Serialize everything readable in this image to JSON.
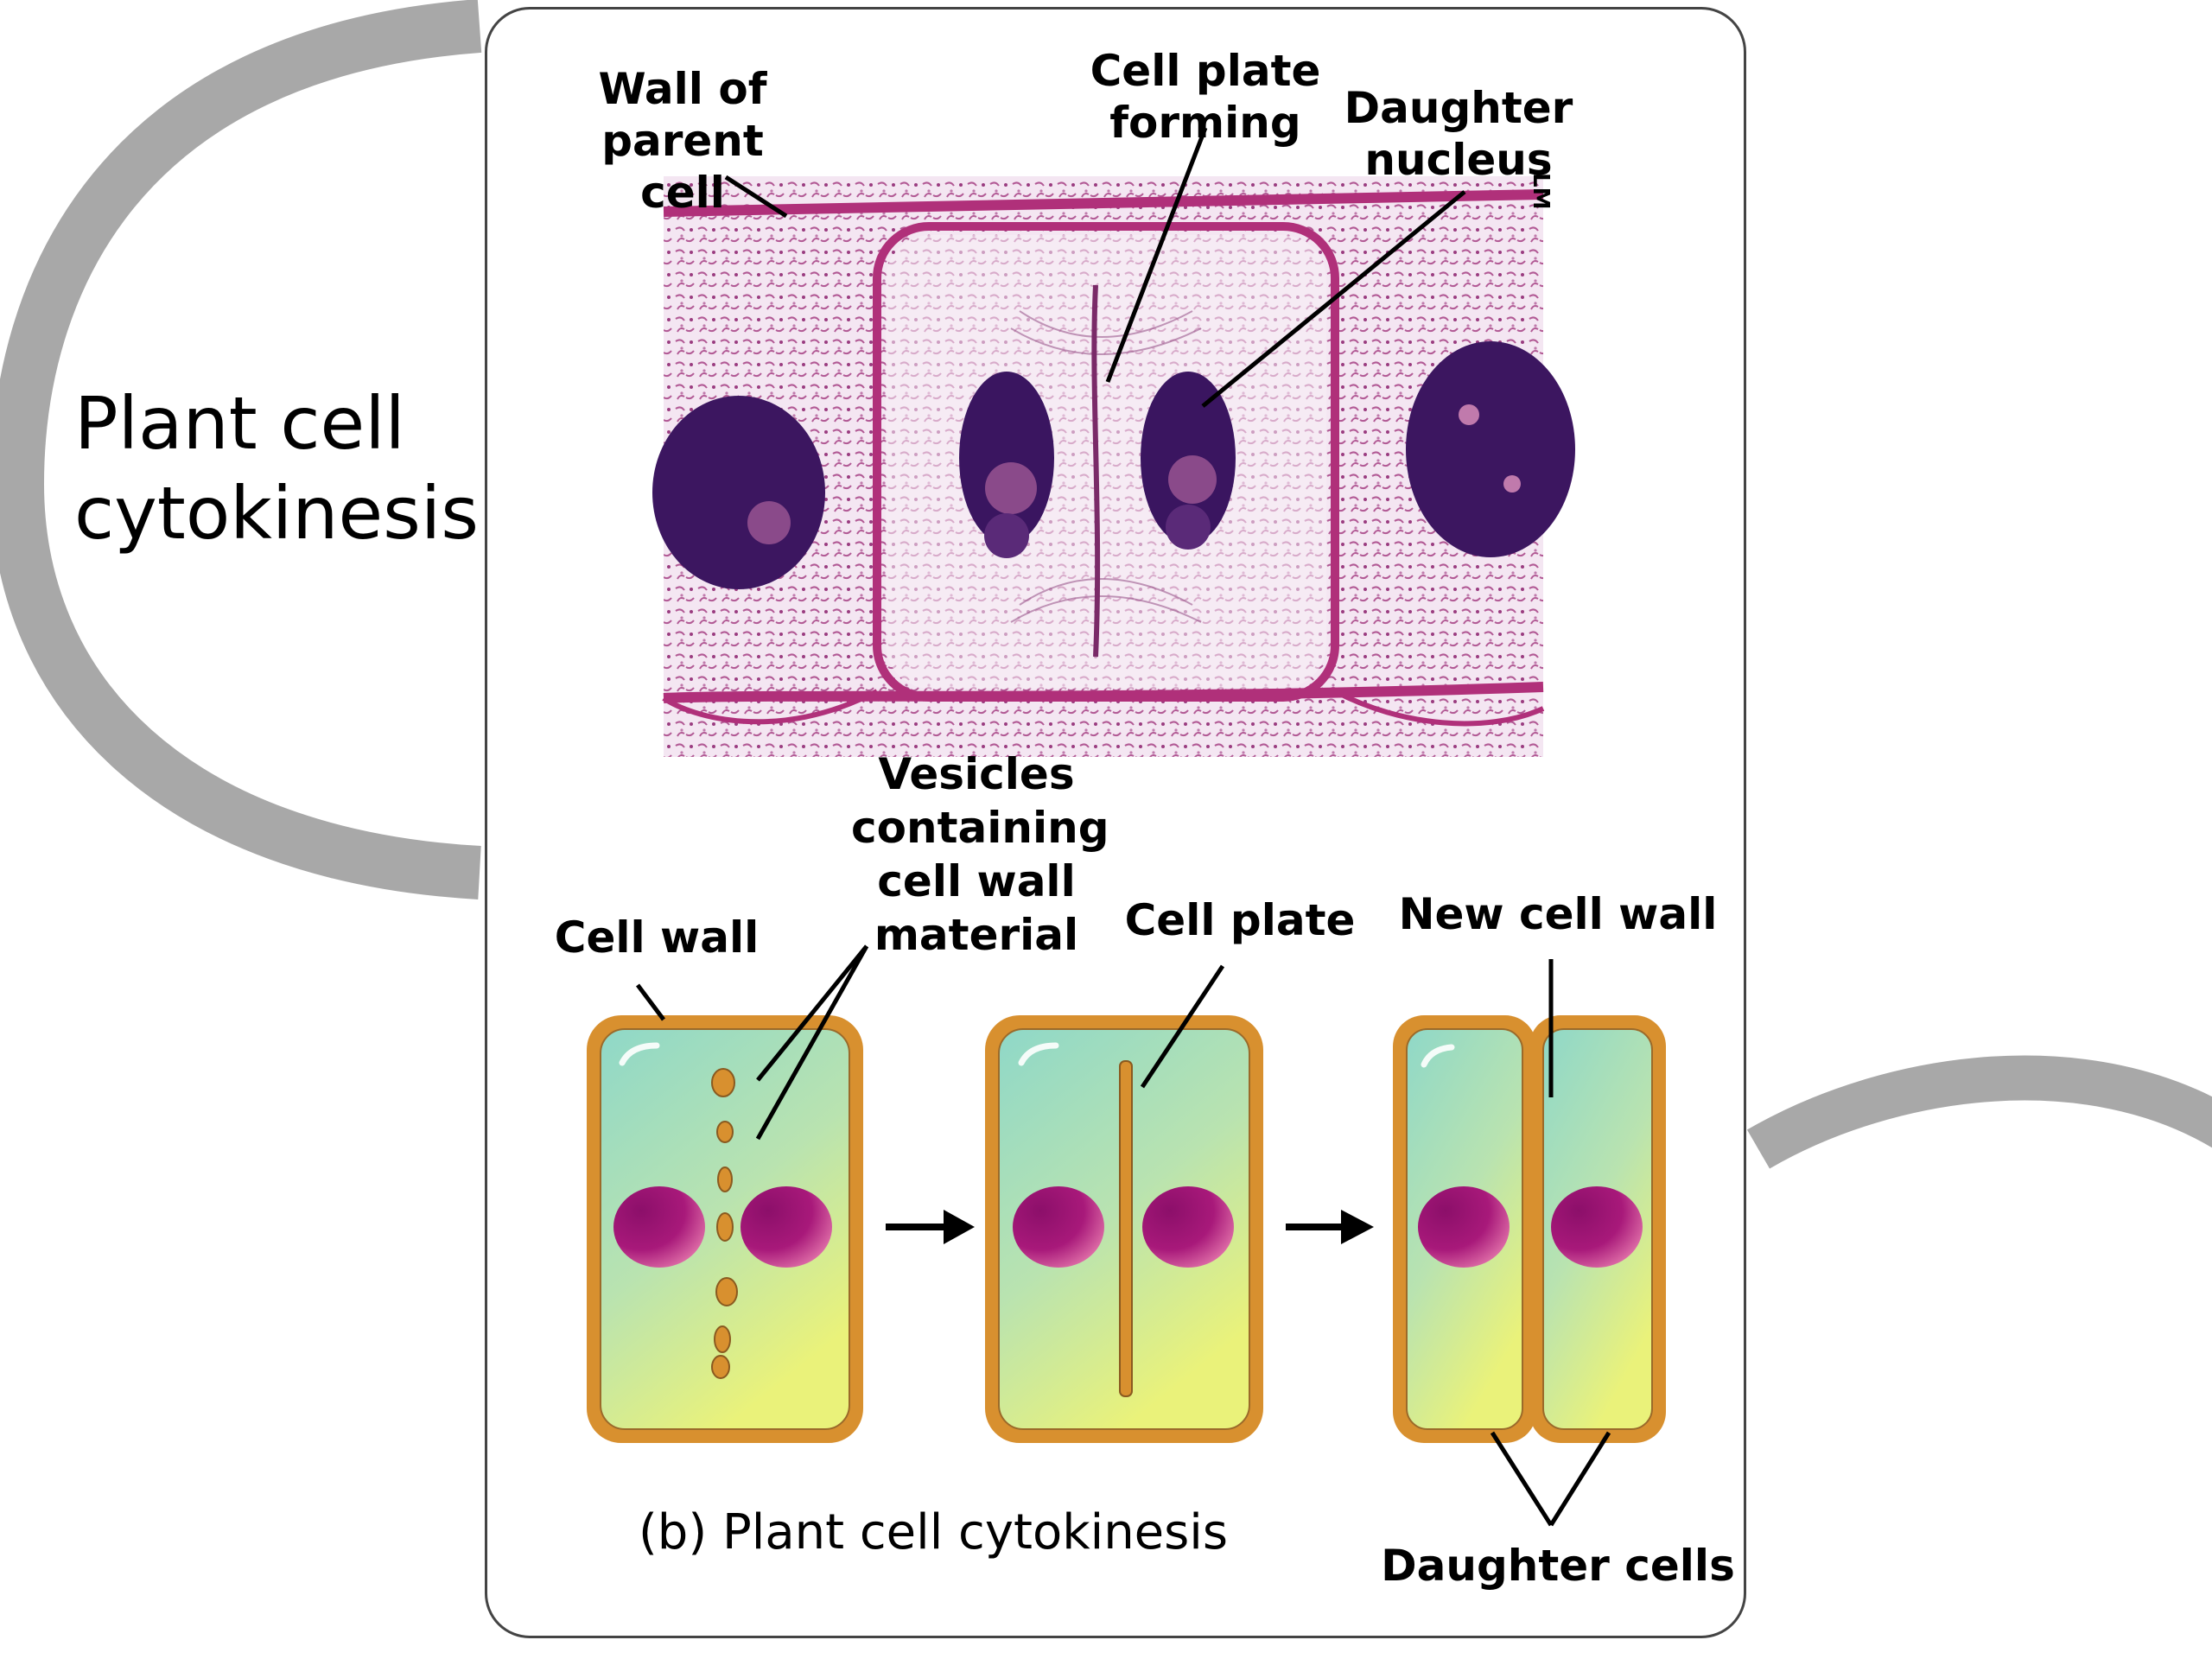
{
  "slide_title": "Plant cell\ncytokinesis",
  "micrograph": {
    "scale_label": "LM",
    "labels": {
      "wall_of_parent_cell": "Wall of\nparent cell",
      "cell_plate_forming": "Cell plate\nforming",
      "daughter_nucleus": "Daughter\nnucleus"
    }
  },
  "diagram": {
    "labels": {
      "cell_wall": "Cell wall",
      "vesicles": "Vesicles\ncontaining\ncell wall\nmaterial",
      "cell_plate": "Cell plate",
      "new_cell_wall": "New cell wall",
      "daughter_cells": "Daughter cells"
    },
    "caption": "(b) Plant cell cytokinesis"
  },
  "colors": {
    "wall": "#d8902f",
    "cytoplasm_top": "#8fd8c8",
    "cytoplasm_bottom": "#eaf27a",
    "nucleus": "#a8197a",
    "stain": "#a0306e",
    "decor_gray": "#a8a8a8"
  }
}
